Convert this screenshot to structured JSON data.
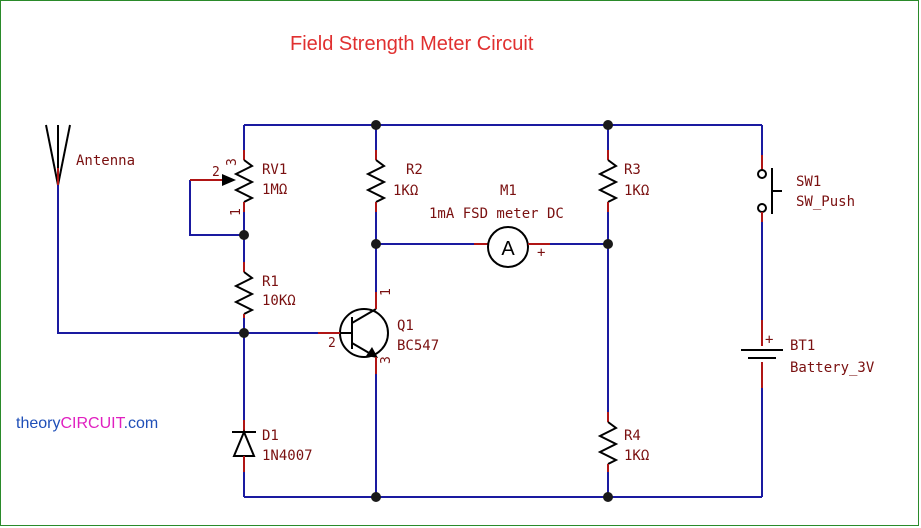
{
  "title": "Field Strength Meter Circuit",
  "brand": {
    "prefix": "theory",
    "highlight": "CIRCUIT",
    "suffix": ".com",
    "colors": {
      "prefix": "#1f4fb8",
      "highlight": "#e020c0",
      "suffix": "#1f4fb8"
    }
  },
  "colors": {
    "wire": "#1a1aa0",
    "label": "#7a1010",
    "title": "#e03030",
    "pin": "#b01515"
  },
  "antenna": {
    "label": "Antenna"
  },
  "rv1": {
    "ref": "RV1",
    "value": "1MΩ",
    "pin1": "1",
    "pin2": "2",
    "pin3": "3"
  },
  "r1": {
    "ref": "R1",
    "value": "10KΩ"
  },
  "r2": {
    "ref": "R2",
    "value": "1KΩ"
  },
  "r3": {
    "ref": "R3",
    "value": "1KΩ"
  },
  "r4": {
    "ref": "R4",
    "value": "1KΩ"
  },
  "m1": {
    "ref": "M1",
    "value": "1mA FSD meter DC",
    "symbol": "A",
    "plus": "+"
  },
  "q1": {
    "ref": "Q1",
    "value": "BC547",
    "pin1": "1",
    "pin2": "2",
    "pin3": "3"
  },
  "d1": {
    "ref": "D1",
    "value": "1N4007"
  },
  "sw1": {
    "ref": "SW1",
    "value": "SW_Push"
  },
  "bt1": {
    "ref": "BT1",
    "value": "Battery_3V",
    "plus": "+"
  }
}
